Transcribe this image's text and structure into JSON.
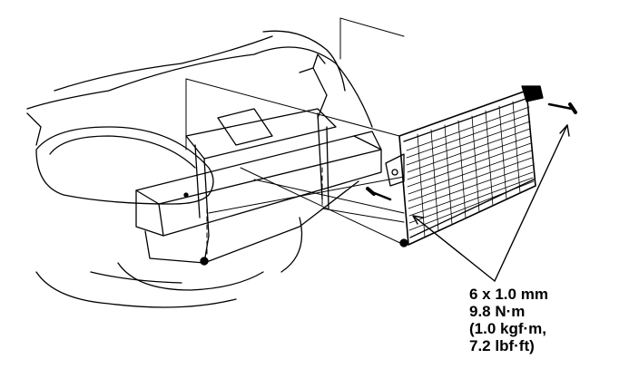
{
  "torque_spec": {
    "size": "6 x 1.0 mm",
    "torque_nm": "9.8 N·m",
    "torque_kgf": "(1.0 kgf·m,",
    "torque_lbf": "7.2 lbf·ft)"
  }
}
